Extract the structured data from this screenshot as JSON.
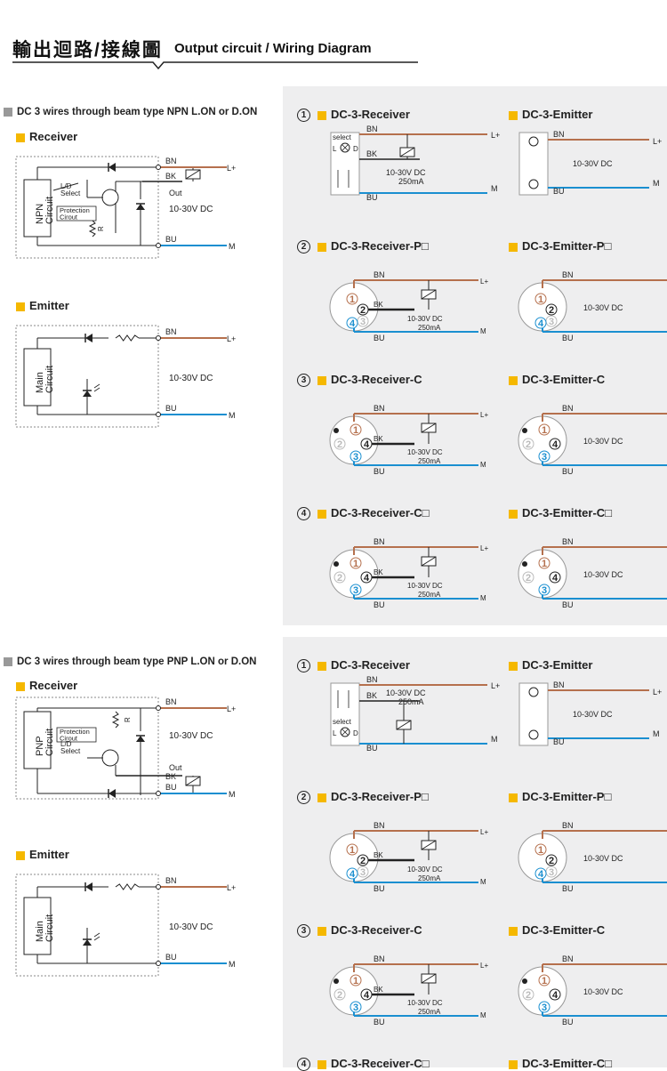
{
  "header": {
    "title_zh": "輸出迴路/接線圖",
    "title_en": "Output circuit / Wiring Diagram"
  },
  "colors": {
    "bn": "#b5704d",
    "bu": "#1a8fd0",
    "yellow": "#f5b800",
    "panel": "#eeeeef",
    "dash": "#888888"
  },
  "wires": {
    "bn": "BN",
    "bk": "BK",
    "bu": "BU",
    "lplus": "L+",
    "m": "M",
    "out": "Out",
    "voltage": "10-30V DC",
    "current": "250mA",
    "select": "select",
    "l": "L",
    "d": "D",
    "r": "R",
    "ld_select": "L/D\nSelect",
    "protection": "Protection\nCirout"
  },
  "npn": {
    "title": "DC 3 wires through beam type NPN  L.ON   or  D.ON",
    "receiver": "Receiver",
    "emitter": "Emitter",
    "circuit": "NPN\nCircuit",
    "main_circuit": "Main\nCircuit",
    "diagrams": [
      {
        "num": "1",
        "receiver": "DC-3-Receiver",
        "emitter": "DC-3-Emitter"
      },
      {
        "num": "2",
        "receiver": "DC-3-Receiver-P□",
        "emitter": "DC-3-Emitter-P□"
      },
      {
        "num": "3",
        "receiver": "DC-3-Receiver-C",
        "emitter": "DC-3-Emitter-C"
      },
      {
        "num": "4",
        "receiver": "DC-3-Receiver-C□",
        "emitter": "DC-3-Emitter-C□"
      }
    ]
  },
  "pnp": {
    "title": "DC 3 wires through beam type PNP  L.ON   or  D.ON",
    "receiver": "Receiver",
    "emitter": "Emitter",
    "circuit": "PNP\nCircuit",
    "main_circuit": "Main\nCircuit",
    "diagrams": [
      {
        "num": "1",
        "receiver": "DC-3-Receiver",
        "emitter": "DC-3-Emitter"
      },
      {
        "num": "2",
        "receiver": "DC-3-Receiver-P□",
        "emitter": "DC-3-Emitter-P□"
      },
      {
        "num": "3",
        "receiver": "DC-3-Receiver-C",
        "emitter": "DC-3-Emitter-C"
      },
      {
        "num": "4",
        "receiver": "DC-3-Receiver-C□",
        "emitter": "DC-3-Emitter-C□"
      }
    ]
  }
}
